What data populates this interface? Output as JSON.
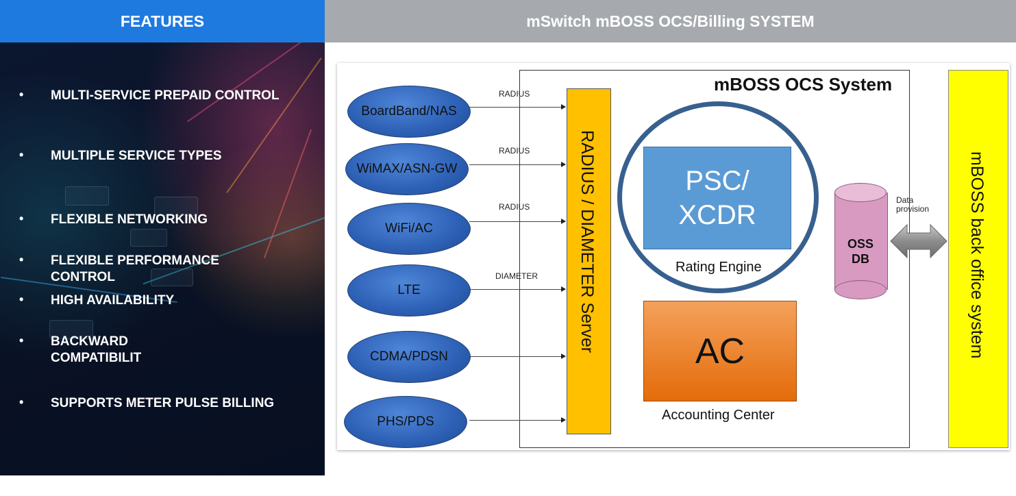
{
  "header": {
    "left_title": "FEATURES",
    "right_title": "mSwitch mBOSS OCS/Billing SYSTEM"
  },
  "features": [
    {
      "bullet": "•",
      "text": "MULTI-SERVICE PREPAID CONTROL"
    },
    {
      "bullet": "•",
      "text": "MULTIPLE SERVICE TYPES"
    },
    {
      "bullet": "•",
      "text": "FLEXIBLE NETWORKING"
    },
    {
      "bullet": "•",
      "text": "FLEXIBLE PERFORMANCE CONTROL"
    },
    {
      "bullet": "•",
      "text": "HIGH AVAILABILITY"
    },
    {
      "bullet": "•",
      "text": "BACKWARD COMPATIBILIT"
    },
    {
      "bullet": "•",
      "text": "SUPPORTS METER PULSE BILLING"
    }
  ],
  "diagram": {
    "system_title": "mBOSS OCS System",
    "access_nodes": [
      {
        "label": "BoardBand/NAS",
        "protocol": "RADIUS"
      },
      {
        "label": "WiMAX/ASN-GW",
        "protocol": "RADIUS"
      },
      {
        "label": "WiFi/AC",
        "protocol": "RADIUS"
      },
      {
        "label": "LTE",
        "protocol": "DIAMETER"
      },
      {
        "label": "CDMA/PDSN",
        "protocol": ""
      },
      {
        "label": "PHS/PDS",
        "protocol": ""
      }
    ],
    "server_label": "RADIUS / DIAMETER Server",
    "rating": {
      "line1": "PSC/",
      "line2": "XCDR",
      "caption": "Rating Engine"
    },
    "accounting": {
      "label": "AC",
      "caption": "Accounting Center"
    },
    "db": {
      "line1": "OSS",
      "line2": "DB"
    },
    "data_provision": {
      "line1": "Data",
      "line2": "provision"
    },
    "backoffice_label": "mBOSS back office system"
  },
  "colors": {
    "header_left": "#1f7ae0",
    "header_right": "#a6aaae",
    "server_bar": "#ffc000",
    "backoffice_bar": "#ffff00",
    "rating_box": "#5b9bd5",
    "accounting_box": "#e46c0a",
    "db": "#d99ac2"
  }
}
